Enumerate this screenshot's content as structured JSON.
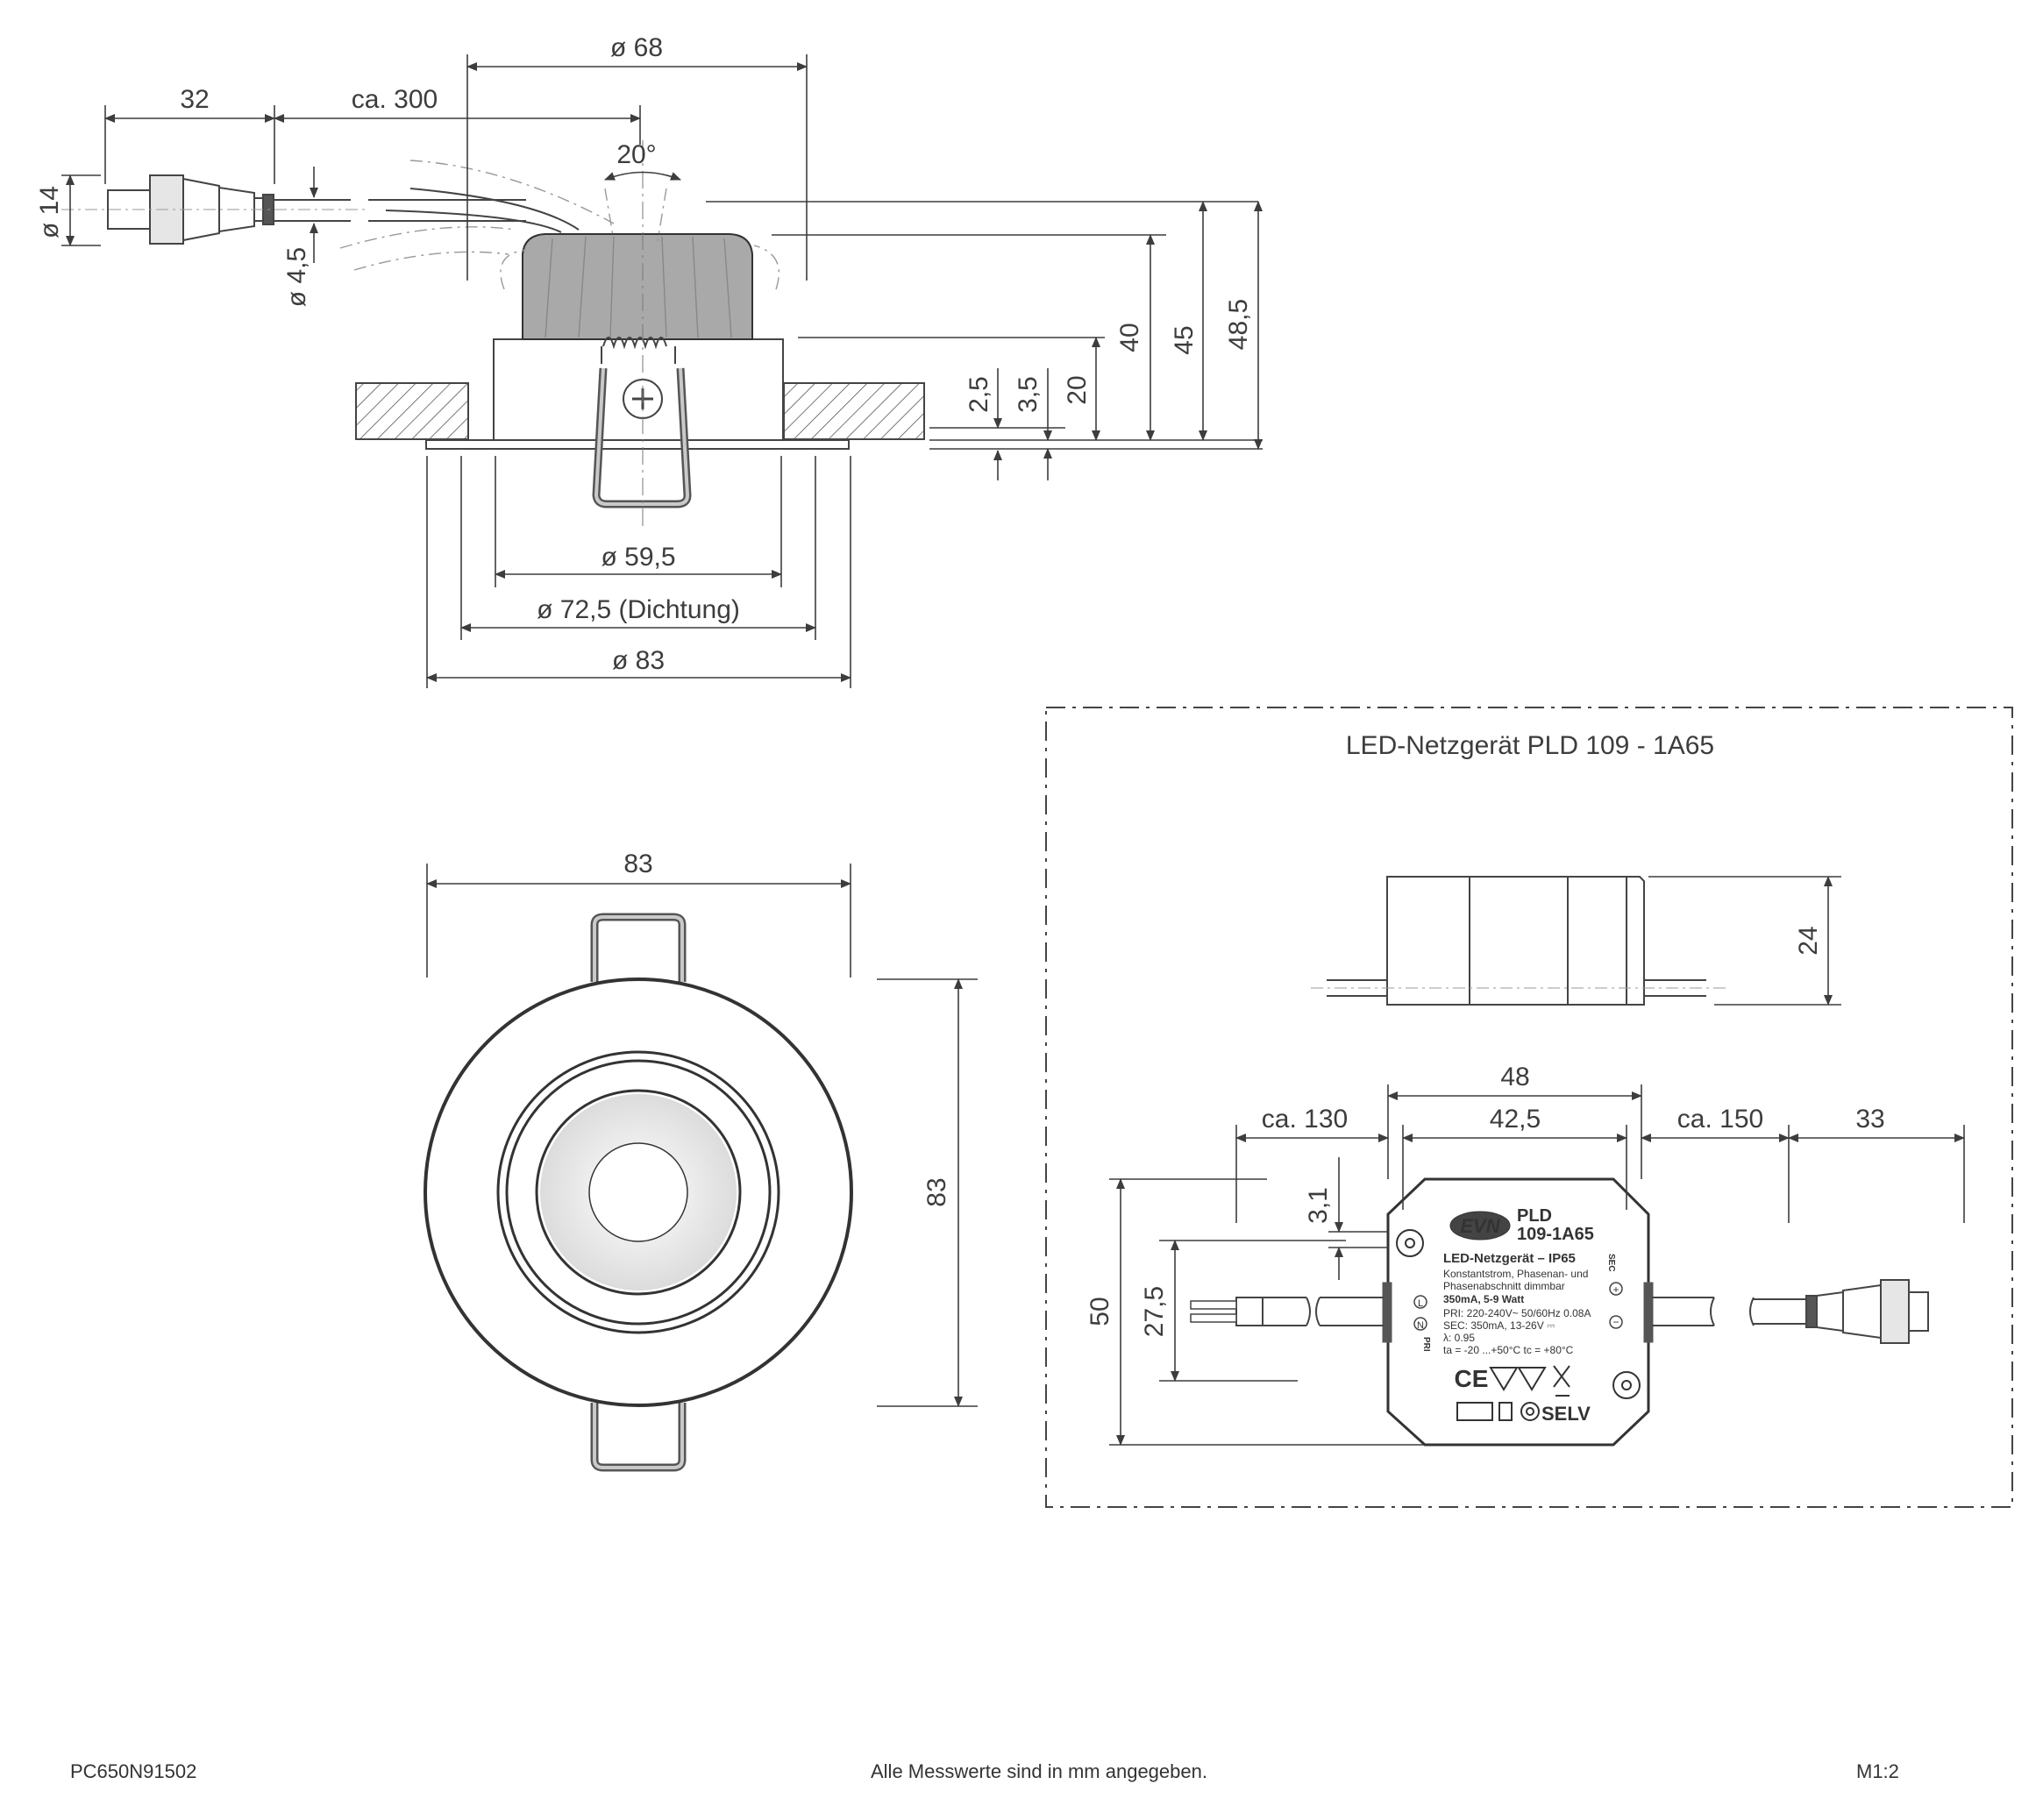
{
  "footer": {
    "code": "PC650N91502",
    "note": "Alle Messwerte sind in mm angegeben.",
    "scale": "M1:2"
  },
  "side_view": {
    "dims": {
      "dia_68": "ø 68",
      "len_32": "32",
      "ca_300": "ca. 300",
      "angle_20": "20°",
      "dia_14": "ø 14",
      "dia_4_5": "ø 4,5",
      "h_40": "40",
      "h_45": "45",
      "h_48_5": "48,5",
      "h_20": "20",
      "h_3_5": "3,5",
      "h_2_5": "2,5",
      "dia_59_5": "ø 59,5",
      "dia_72_5": "ø 72,5 (Dichtung)",
      "dia_83": "ø 83"
    }
  },
  "top_view": {
    "dims": {
      "width_83": "83",
      "height_83": "83"
    }
  },
  "power_supply": {
    "title": "LED-Netzgerät PLD 109 - 1A65",
    "dims": {
      "h_24": "24",
      "w_48": "48",
      "w_42_5": "42,5",
      "ca_130": "ca. 130",
      "ca_150": "ca. 150",
      "len_33": "33",
      "h_3_1": "3,1",
      "h_50": "50",
      "h_27_5": "27,5"
    },
    "label": {
      "brand": "EVN",
      "model_line1": "PLD",
      "model_line2": "109-1A65",
      "heading": "LED-Netzgerät  –  IP65",
      "desc1": "Konstantstrom, Phasenan- und",
      "desc2": "Phasenabschnitt dimmbar",
      "rating": "350mA, 5-9 Watt",
      "pri": "PRI: 220-240V~  50/60Hz 0.08A",
      "sec": "SEC: 350mA, 13-26V ⎓",
      "lambda": "λ: 0.95",
      "temps": "ta = -20 ...+50°C  tc = +80°C",
      "sec_side": "SEC",
      "pri_side": "PRI",
      "selv": "SELV",
      "ce": "CE",
      "l_mark": "L",
      "n_mark": "N",
      "plus": "+",
      "minus": "−"
    }
  },
  "colors": {
    "line": "#444444",
    "housing_fill": "#a9a9a9",
    "hatch": "#555555",
    "clip_fill": "#bdbdbd"
  }
}
